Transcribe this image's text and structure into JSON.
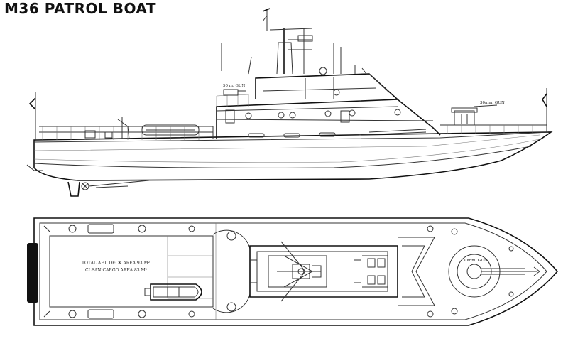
{
  "title": "M36 PATROL BOAT",
  "profile_labels": {
    "gun_50": "50 m. GUN",
    "gun_30": "30mm. GUN"
  },
  "plan_labels": {
    "deck_area": "TOTAL AFT. DECK AREA 93 M²",
    "cargo_area": "CLEAN CARGO AREA 83 M²",
    "gun_30": "30mm. GUN"
  }
}
